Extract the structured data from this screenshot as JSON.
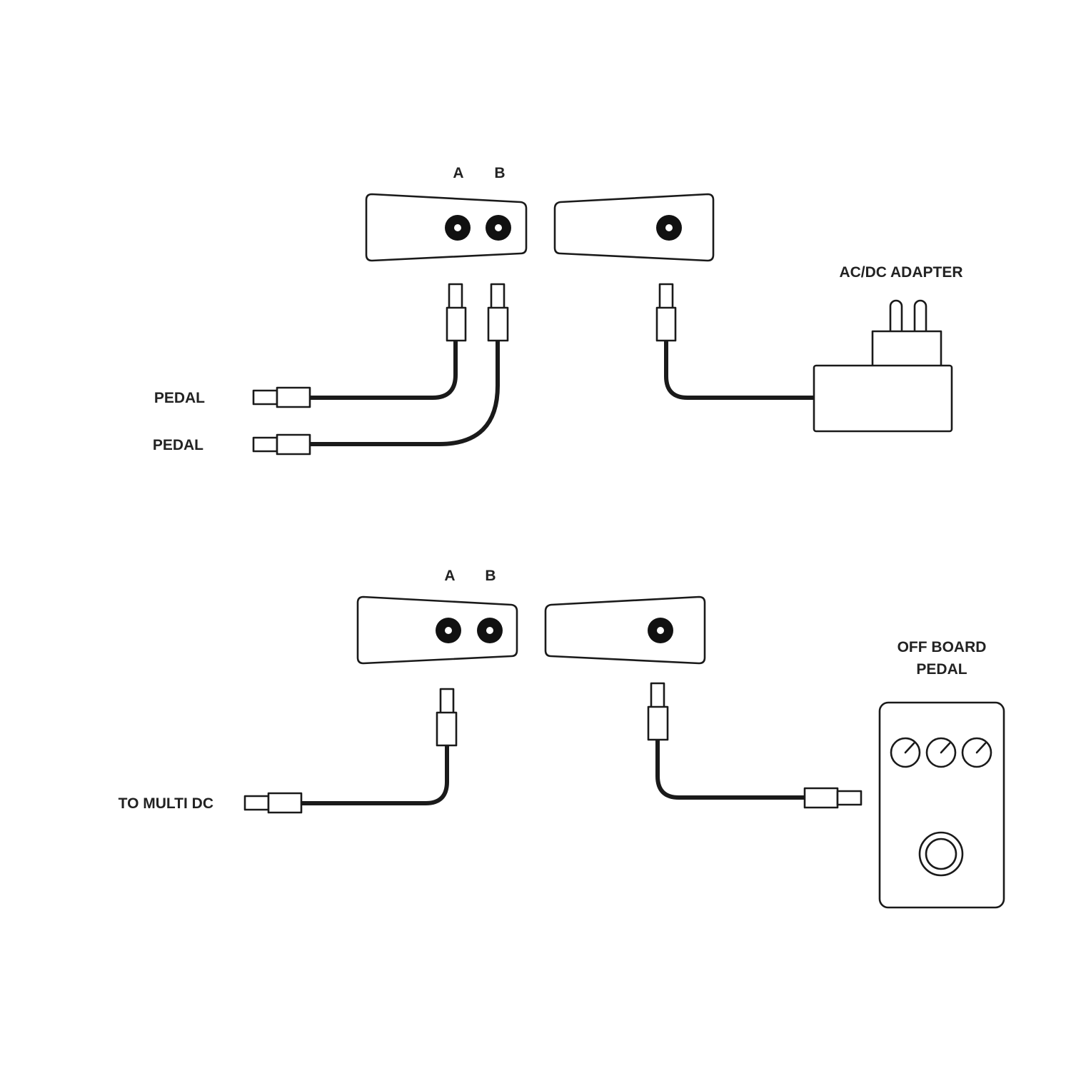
{
  "colors": {
    "line": "#1a1a1a",
    "text": "#222222",
    "background": "#ffffff"
  },
  "top": {
    "jack_a_label": "A",
    "jack_b_label": "B",
    "adapter_label": "AC/DC ADAPTER",
    "pedal_label_1": "PEDAL",
    "pedal_label_2": "PEDAL"
  },
  "bottom": {
    "jack_a_label": "A",
    "jack_b_label": "B",
    "multi_dc_label": "TO MULTI DC",
    "off_board_label_line1": "OFF BOARD",
    "off_board_label_line2": "PEDAL"
  },
  "icons": [
    "dual-jack-unit-icon",
    "single-jack-unit-icon",
    "dc-plug-icon",
    "ac-dc-adapter-icon",
    "effects-pedal-icon"
  ]
}
